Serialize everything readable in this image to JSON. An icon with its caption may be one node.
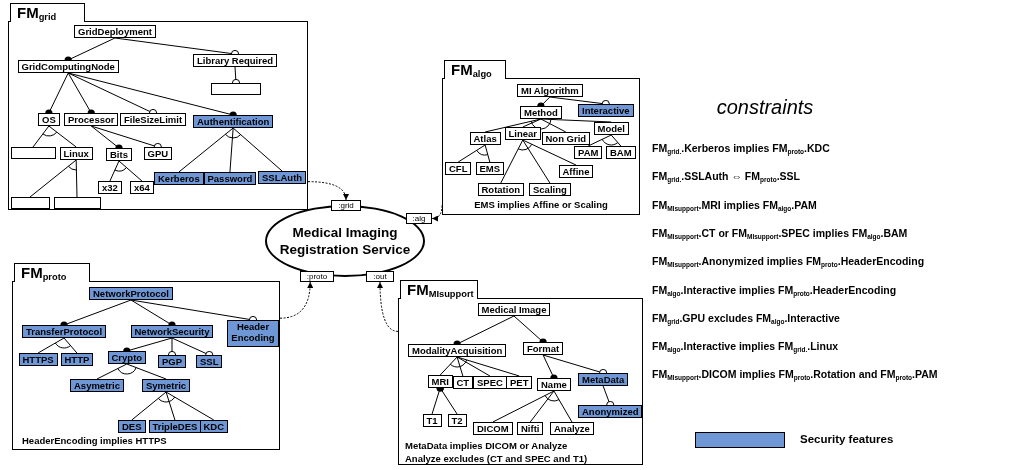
{
  "diagram": {
    "nodes": [
      {
        "text": [
          "FM$_{grid}$"
        ]
      },
      {
        "text": [
          "GridDeployment"
        ],
        "in": 0
      },
      {
        "text": [
          "GridComputingNode"
        ],
        "in": 0
      },
      {
        "text": [
          "Library Required"
        ],
        "in": 0
      },
      {
        "text": [],
        "shape": "box",
        "in": 0
      },
      {
        "text": [
          "OS"
        ],
        "in": 0
      },
      {
        "text": [
          "Processor"
        ],
        "in": 0
      },
      {
        "text": [
          "FileSizeLimit"
        ],
        "in": 0
      },
      {
        "text": [
          "Authentification"
        ],
        "in": 0
      },
      {
        "text": [],
        "shape": "box",
        "in": 0
      },
      {
        "text": [
          "Linux"
        ],
        "in": 0
      },
      {
        "text": [
          "Bits"
        ],
        "in": 0
      },
      {
        "text": [
          "GPU"
        ],
        "in": 0
      },
      {
        "text": [
          "Kerberos"
        ],
        "in": 0
      },
      {
        "text": [
          "Password"
        ],
        "in": 0
      },
      {
        "text": [
          "SSLAuth"
        ],
        "in": 0
      },
      {
        "text": [],
        "shape": "box",
        "in": 0
      },
      {
        "text": [],
        "shape": "box",
        "in": 0
      },
      {
        "text": [
          "x32"
        ],
        "in": 0
      },
      {
        "text": [
          "x64"
        ],
        "in": 0
      },
      {
        "text": [
          "FM$_{algo}$"
        ]
      },
      {
        "text": [
          "MI Algorithm"
        ],
        "in": 20
      },
      {
        "text": [
          "Method"
        ],
        "in": 20
      },
      {
        "text": [
          "Interactive"
        ],
        "in": 20
      },
      {
        "text": [
          "Atlas"
        ],
        "in": 20
      },
      {
        "text": [
          "Linear"
        ],
        "in": 20
      },
      {
        "text": [
          "Non Grid"
        ],
        "in": 20
      },
      {
        "text": [
          "Model"
        ],
        "in": 20
      },
      {
        "text": [
          "PAM"
        ],
        "in": 20
      },
      {
        "text": [
          "BAM"
        ],
        "in": 20
      },
      {
        "text": [
          "CFL"
        ],
        "in": 20
      },
      {
        "text": [
          "EMS"
        ],
        "in": 20
      },
      {
        "text": [
          "Affine"
        ],
        "in": 20
      },
      {
        "text": [
          "Rotation"
        ],
        "in": 20
      },
      {
        "text": [
          "Scaling"
        ],
        "in": 20
      },
      {
        "text": [
          "Medical Imaging Registration Service"
        ]
      },
      {
        "text": [
          ":grid"
        ]
      },
      {
        "text": [
          ":alg"
        ]
      },
      {
        "text": [
          ":proto"
        ]
      },
      {
        "text": [
          ":out"
        ]
      },
      {
        "text": [
          "FM$_{proto}$"
        ]
      },
      {
        "text": [
          "NetworkProtocol"
        ],
        "in": 40
      },
      {
        "text": [
          "TransferProtocol"
        ],
        "in": 40
      },
      {
        "text": [
          "NetworkSecurity"
        ],
        "in": 40
      },
      {
        "text": [
          "Header Encoding"
        ],
        "in": 40
      },
      {
        "text": [
          "HTTPS"
        ],
        "in": 40
      },
      {
        "text": [
          "HTTP"
        ],
        "in": 40
      },
      {
        "text": [
          "Crypto"
        ],
        "in": 40
      },
      {
        "text": [
          "PGP"
        ],
        "in": 40
      },
      {
        "text": [
          "SSL"
        ],
        "in": 40
      },
      {
        "text": [
          "Asymetric"
        ],
        "in": 40
      },
      {
        "text": [
          "Symetric"
        ],
        "in": 40
      },
      {
        "text": [
          "DES"
        ],
        "in": 40
      },
      {
        "text": [
          "TripleDES"
        ],
        "in": 40
      },
      {
        "text": [
          "KDC"
        ],
        "in": 40
      },
      {
        "text": [
          "FM$_{MIsupport}$"
        ]
      },
      {
        "text": [
          "Medical Image"
        ],
        "in": 55
      },
      {
        "text": [
          "ModalityAcquisition"
        ],
        "in": 55
      },
      {
        "text": [
          "Format"
        ],
        "in": 55
      },
      {
        "text": [
          "MRI"
        ],
        "in": 55
      },
      {
        "text": [
          "CT"
        ],
        "in": 55
      },
      {
        "text": [
          "SPEC"
        ],
        "in": 55
      },
      {
        "text": [
          "PET"
        ],
        "in": 55
      },
      {
        "text": [
          "Name"
        ],
        "in": 55
      },
      {
        "text": [
          "MetaData"
        ],
        "in": 55
      },
      {
        "text": [
          "Anonymized"
        ],
        "in": 55
      },
      {
        "text": [
          "T1"
        ],
        "in": 55
      },
      {
        "text": [
          "T2"
        ],
        "in": 55
      },
      {
        "text": [
          "DICOM"
        ],
        "in": 55
      },
      {
        "text": [
          "Nifti"
        ],
        "in": 55
      },
      {
        "text": [
          "Analyze"
        ],
        "in": 55
      }
    ],
    "edges": [
      {
        "from": 1,
        "to": 2,
        "arrow": "other"
      },
      {
        "from": 1,
        "to": 3,
        "arrow": "other"
      },
      {
        "from": 3,
        "to": 4,
        "arrow": "other"
      },
      {
        "from": 2,
        "to": 5,
        "arrow": "other"
      },
      {
        "from": 2,
        "to": 6,
        "arrow": "other"
      },
      {
        "from": 2,
        "to": 7,
        "arrow": "other"
      },
      {
        "from": 2,
        "to": 8,
        "arrow": "other"
      },
      {
        "from": 5,
        "to": 9,
        "arrow": "none"
      },
      {
        "from": 5,
        "to": 10,
        "arrow": "none"
      },
      {
        "from": 6,
        "to": 11,
        "arrow": "other"
      },
      {
        "from": 6,
        "to": 12,
        "arrow": "other"
      },
      {
        "from": 8,
        "to": 13,
        "arrow": "none"
      },
      {
        "from": 8,
        "to": 14,
        "arrow": "none"
      },
      {
        "from": 8,
        "to": 15,
        "arrow": "none"
      },
      {
        "from": 10,
        "to": 16,
        "arrow": "none"
      },
      {
        "from": 10,
        "to": 17,
        "arrow": "none"
      },
      {
        "from": 11,
        "to": 18,
        "arrow": "none"
      },
      {
        "from": 11,
        "to": 19,
        "arrow": "none"
      },
      {
        "from": 21,
        "to": 22,
        "arrow": "other"
      },
      {
        "from": 21,
        "to": 23,
        "arrow": "other"
      },
      {
        "from": 22,
        "to": 24,
        "arrow": "none"
      },
      {
        "from": 22,
        "to": 25,
        "arrow": "none"
      },
      {
        "from": 22,
        "to": 26,
        "arrow": "none"
      },
      {
        "from": 22,
        "to": 27,
        "arrow": "none"
      },
      {
        "from": 24,
        "to": 30,
        "arrow": "none"
      },
      {
        "from": 24,
        "to": 31,
        "arrow": "none"
      },
      {
        "from": 25,
        "to": 32,
        "arrow": "none"
      },
      {
        "from": 25,
        "to": 33,
        "arrow": "none"
      },
      {
        "from": 25,
        "to": 34,
        "arrow": "none"
      },
      {
        "from": 27,
        "to": 28,
        "arrow": "none"
      },
      {
        "from": 27,
        "to": 29,
        "arrow": "none"
      },
      {
        "from": 41,
        "to": 42,
        "arrow": "other"
      },
      {
        "from": 41,
        "to": 43,
        "arrow": "other"
      },
      {
        "from": 41,
        "to": 44,
        "arrow": "other"
      },
      {
        "from": 42,
        "to": 45,
        "arrow": "none"
      },
      {
        "from": 42,
        "to": 46,
        "arrow": "none"
      },
      {
        "from": 43,
        "to": 47,
        "arrow": "other"
      },
      {
        "from": 43,
        "to": 48,
        "arrow": "other"
      },
      {
        "from": 43,
        "to": 49,
        "arrow": "other"
      },
      {
        "from": 47,
        "to": 50,
        "arrow": "none"
      },
      {
        "from": 47,
        "to": 51,
        "arrow": "none"
      },
      {
        "from": 51,
        "to": 52,
        "arrow": "none"
      },
      {
        "from": 51,
        "to": 53,
        "arrow": "none"
      },
      {
        "from": 51,
        "to": 54,
        "arrow": "none"
      },
      {
        "from": 56,
        "to": 57,
        "arrow": "other"
      },
      {
        "from": 56,
        "to": 58,
        "arrow": "other"
      },
      {
        "from": 57,
        "to": 59,
        "arrow": "none"
      },
      {
        "from": 57,
        "to": 60,
        "arrow": "none"
      },
      {
        "from": 57,
        "to": 61,
        "arrow": "none"
      },
      {
        "from": 57,
        "to": 62,
        "arrow": "none"
      },
      {
        "from": 59,
        "to": 66,
        "arrow": "other"
      },
      {
        "from": 59,
        "to": 67,
        "arrow": "other"
      },
      {
        "from": 58,
        "to": 63,
        "arrow": "other"
      },
      {
        "from": 58,
        "to": 64,
        "arrow": "other"
      },
      {
        "from": 63,
        "to": 68,
        "arrow": "none"
      },
      {
        "from": 63,
        "to": 69,
        "arrow": "none"
      },
      {
        "from": 63,
        "to": 70,
        "arrow": "none"
      },
      {
        "from": 64,
        "to": 65,
        "arrow": "other"
      },
      {
        "from": 0,
        "to": 36,
        "arrow": "to",
        "style": "dashed"
      },
      {
        "from": 20,
        "to": 37,
        "arrow": "to",
        "style": "dashed"
      },
      {
        "from": 40,
        "to": 38,
        "arrow": "to",
        "style": "dashed"
      },
      {
        "from": 55,
        "to": 39,
        "arrow": "to",
        "style": "dashed"
      }
    ],
    "labels": [
      "EMS implies Affine or Scaling",
      "constraints",
      "FM$_{grid.}$.Kerberos implies FM$_{proto}$.KDC",
      "FM$_{grid.}$.SSLAuth ⇔ FM$_{proto}$.SSL",
      "FM$_{MIsupport}$.MRI implies FM$_{algo}$.PAM",
      "FM$_{MIsupport}$.CT or FM$_{MIsupport}$.SPEC implies FM$_{algo}$.BAM",
      "FM$_{MIsupport}$.Anonymized implies FM$_{proto}$.HeaderEncoding",
      "FM$_{algo}$.Interactive implies FM$_{proto}$.HeaderEncoding",
      "FM$_{grid}$.GPU excludes FM$_{algo}$.Interactive",
      "FM$_{algo}$.Interactive implies FM$_{grid.}$.Linux",
      "FM$_{MIsupport}$.DICOM implies FM$_{proto}$.Rotation and FM$_{proto}$.PAM",
      "HeaderEncoding implies HTTPS",
      "MetaData implies DICOM or Analyze",
      "Analyze excludes (CT and SPEC and T1)"
    ],
    "legend": [
      {
        "text": "Security features",
        "color": "#6f97d6"
      }
    ]
  }
}
